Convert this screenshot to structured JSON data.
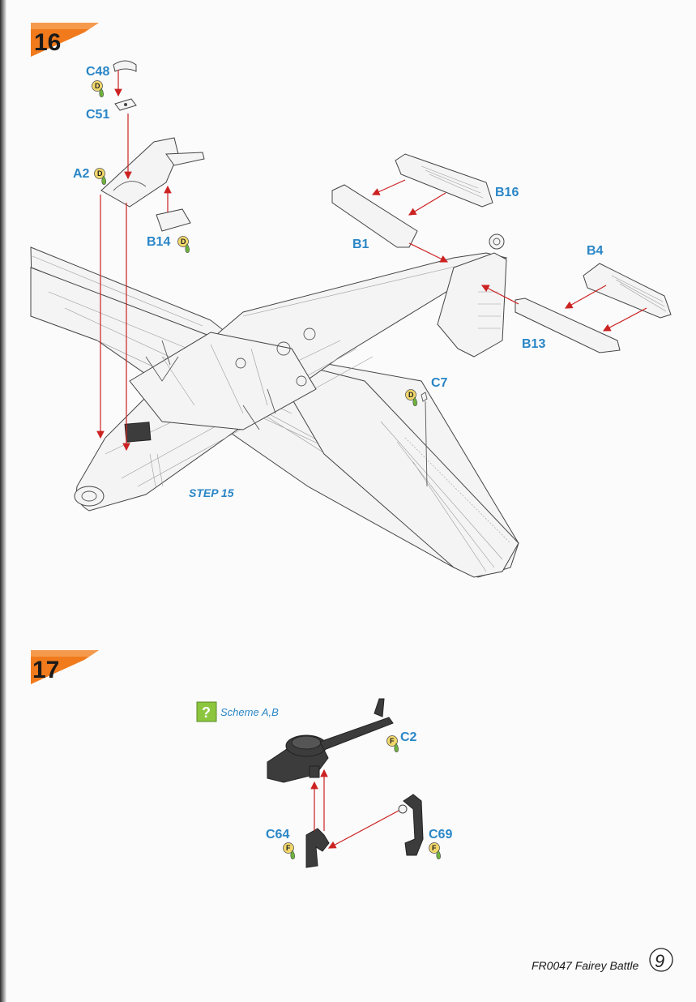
{
  "steps": [
    {
      "number": "16"
    },
    {
      "number": "17"
    }
  ],
  "parts_step16": {
    "c48": "C48",
    "c51": "C51",
    "a2": "A2",
    "b14": "B14",
    "b16": "B16",
    "b1": "B1",
    "b4": "B4",
    "b13": "B13",
    "c7": "C7"
  },
  "paint_badges": {
    "d": "D",
    "f": "F"
  },
  "step_reference": "STEP 15",
  "parts_step17": {
    "c2": "C2",
    "c64": "C64",
    "c69": "C69"
  },
  "scheme": {
    "icon_glyph": "?",
    "label": "Scheme A,B"
  },
  "footer": {
    "product": "FR0047 Fairey Battle",
    "page": "9"
  },
  "colors": {
    "step_badge": "#f07a1c",
    "part_label": "#2a86c6",
    "arrow": "#cc2222",
    "paint_badge": "#f2d86a",
    "scheme_icon": "#8cc63f"
  },
  "icons": [
    "paint-drop-icon",
    "question-icon",
    "page-number-circle"
  ]
}
